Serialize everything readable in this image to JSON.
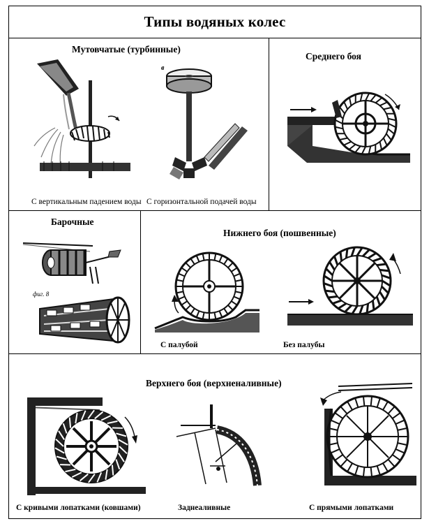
{
  "title": "Типы водяных колес",
  "sections": {
    "mutovchatye": {
      "heading": "Мутовчатые (турбинные)",
      "marker": "в",
      "caption_left": "С вертикальным падением воды",
      "caption_right": "С горизонтальной подачей воды"
    },
    "srednego": {
      "heading": "Среднего боя"
    },
    "barochnye": {
      "heading": "Барочные",
      "marker": "фиг. 8"
    },
    "nizhnego": {
      "heading": "Нижнего боя (пошвенные)",
      "caption_left": "С палубой",
      "caption_right": "Без палубы"
    },
    "verkhnego": {
      "heading": "Верхнего боя (верхненаливные)",
      "caption_left": "С кривыми лопатками (ковшами)",
      "caption_mid": "Заднеаливные",
      "caption_right": "С прямыми лопатками"
    }
  }
}
